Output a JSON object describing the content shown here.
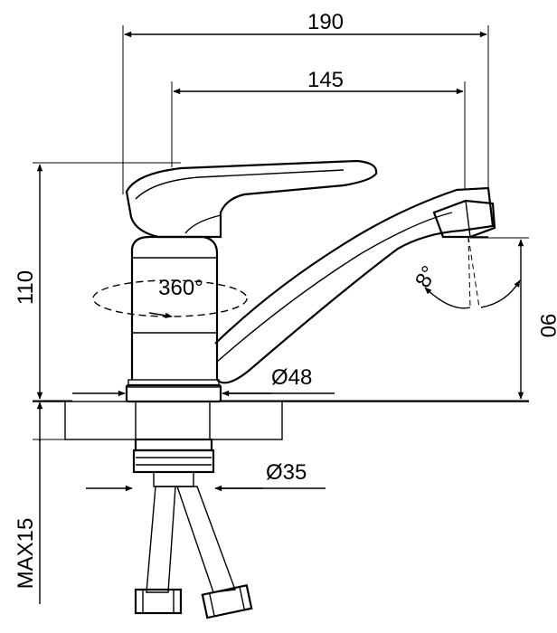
{
  "dimensions": {
    "overall_width": "190",
    "spout_reach": "145",
    "height": "110",
    "spout_height": "90",
    "rotation": "360°",
    "spout_angle": "8°",
    "base_diameter": "Ø48",
    "shank_diameter": "Ø35",
    "max_thickness": "MAX15"
  },
  "colors": {
    "line": "#000000",
    "background": "#ffffff"
  }
}
